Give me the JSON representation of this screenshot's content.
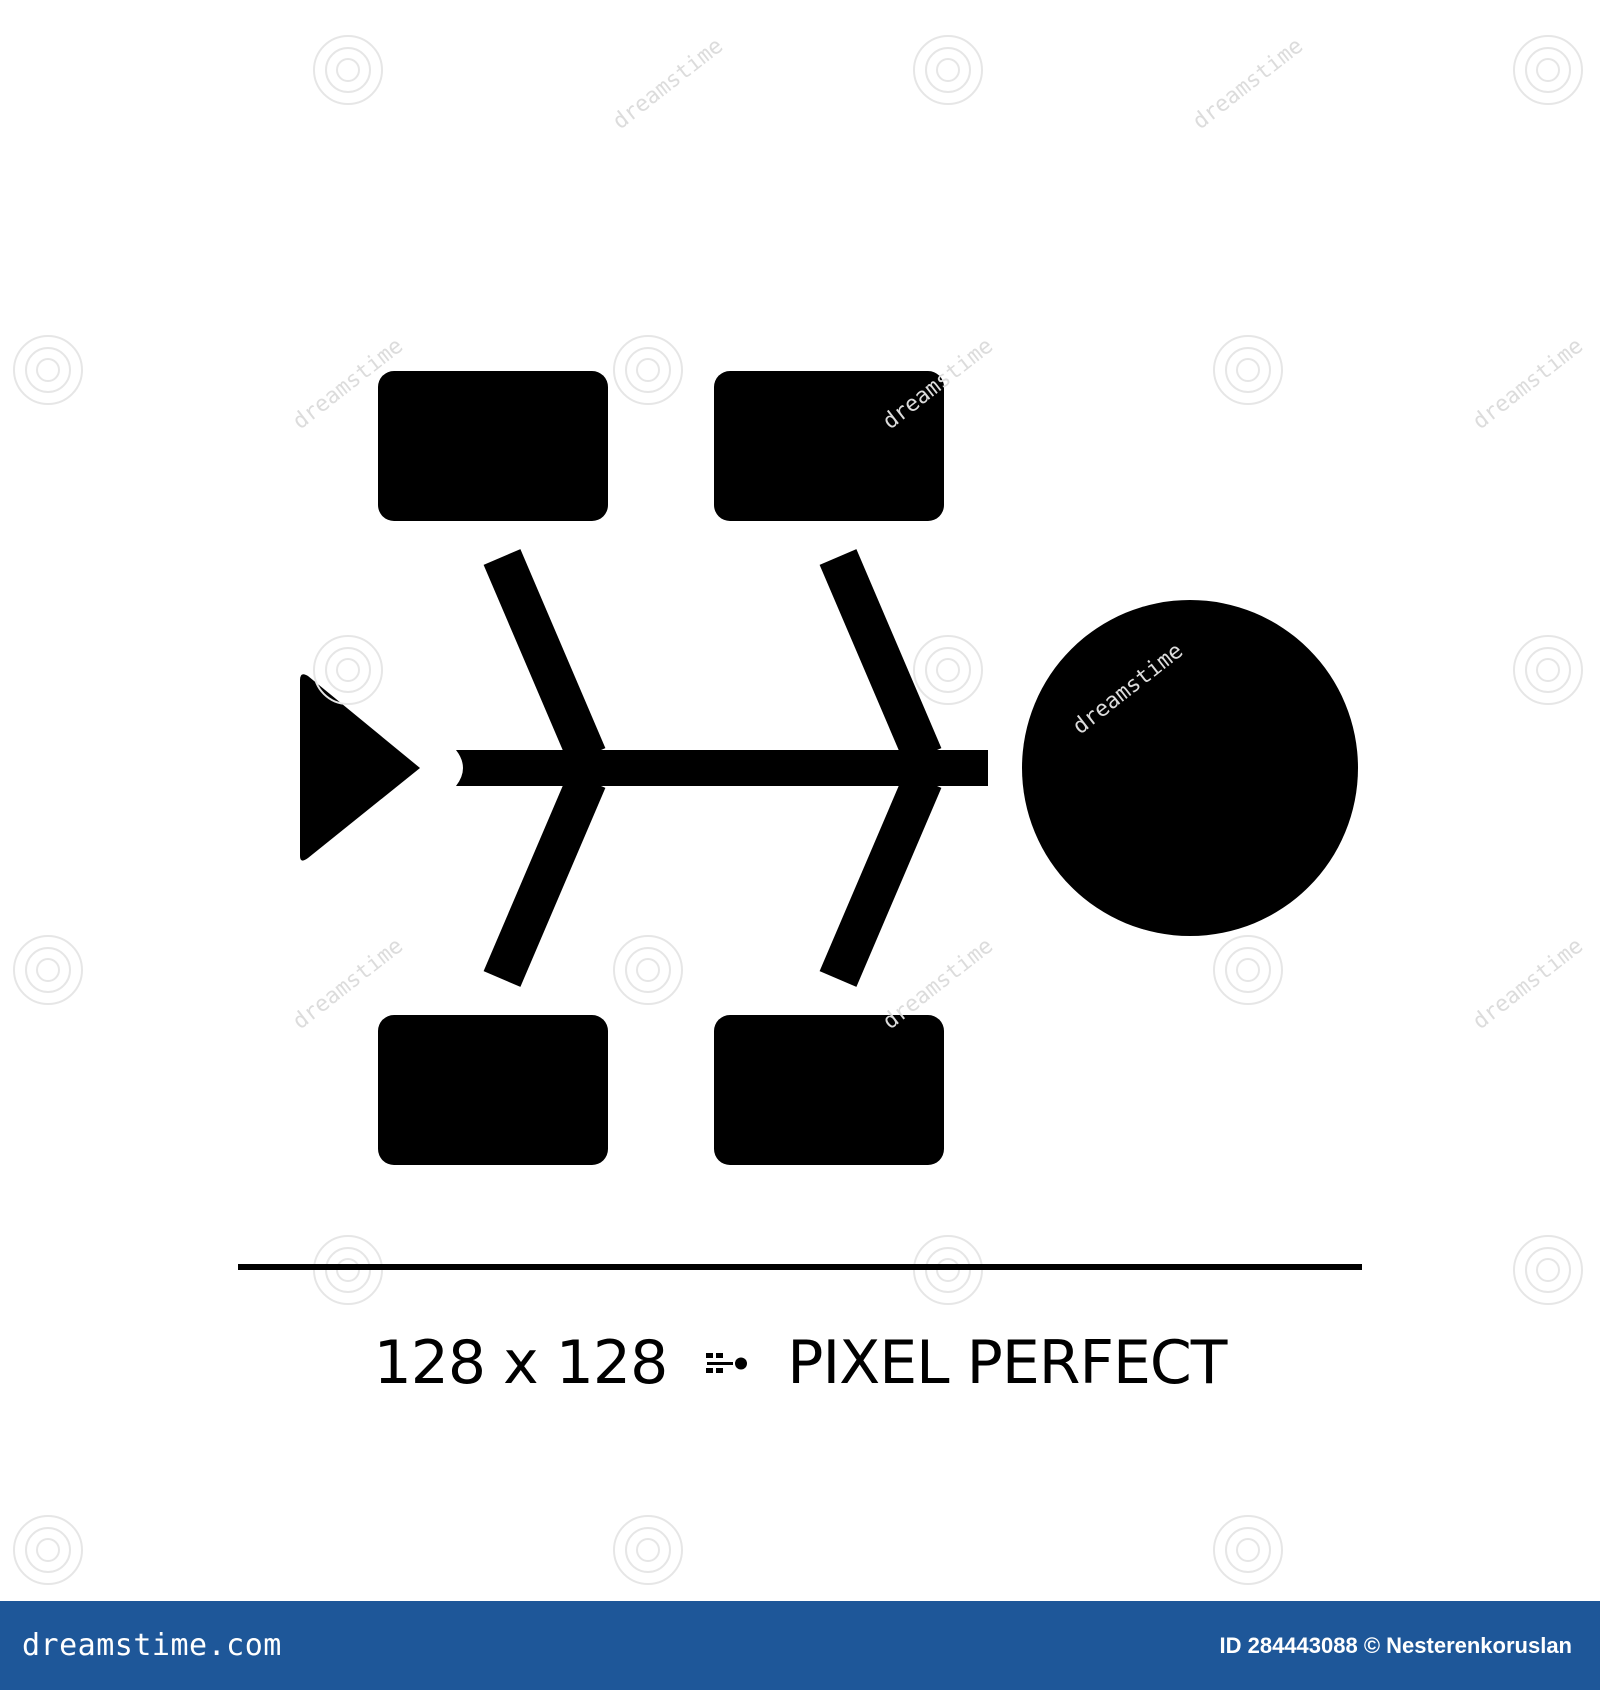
{
  "caption": {
    "size_label": "128 x 128",
    "separator_icon": "fishbone-mini-icon",
    "quality_label": "PIXEL PERFECT"
  },
  "footer": {
    "brand": "dreamstime.com",
    "credit": "ID 284443088 © Nesterenkoruslan",
    "background_color": "#1e5799"
  },
  "watermark": {
    "text": "dreamstime"
  },
  "icon": {
    "name": "fishbone-diagram-glyph-icon",
    "color": "#000000"
  }
}
